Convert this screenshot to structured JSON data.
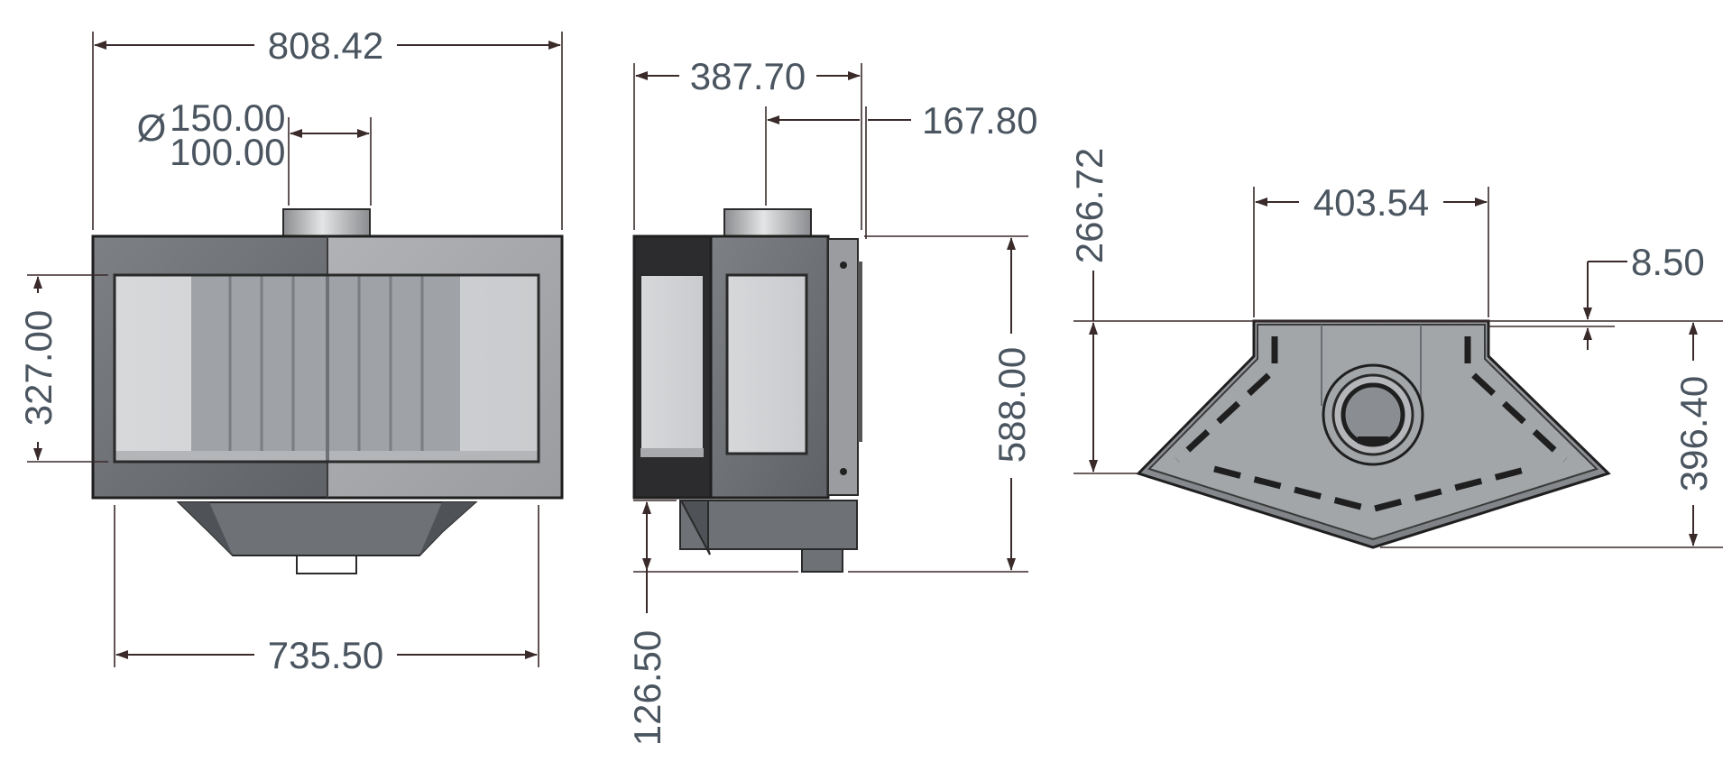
{
  "colors": {
    "steel_dark": "#6e7176",
    "steel_mid": "#8f9297",
    "steel_light": "#b6b8bb",
    "glass": "#d2d4d6",
    "panel_black": "#2c2c2e",
    "dimension_text": "#4a5560",
    "dimension_line": "#3a2a2a"
  },
  "front_view": {
    "overall_width": "808.42",
    "flue_diameter_prefix": "Ø",
    "flue_diameter_outer": "150.00",
    "flue_diameter_inner": "100.00",
    "glass_height": "327.00",
    "inner_width": "735.50"
  },
  "side_view": {
    "depth": "387.70",
    "flue_offset": "167.80",
    "total_height": "588.00",
    "base_height": "126.50"
  },
  "top_view": {
    "flue_offset": "266.72",
    "back_width": "403.54",
    "back_step": "8.50",
    "overall_depth": "396.40"
  }
}
